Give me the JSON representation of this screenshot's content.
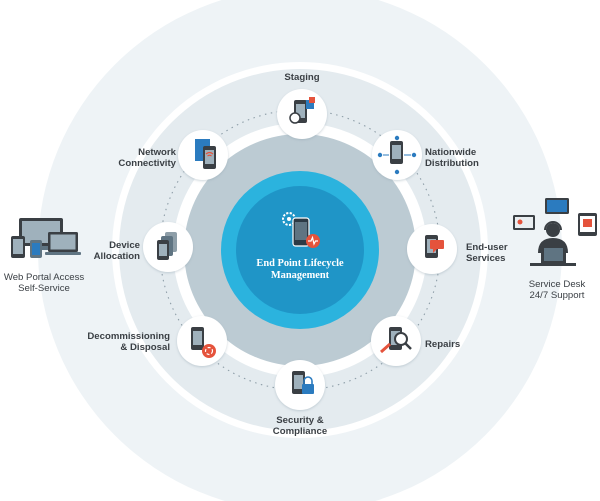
{
  "center": {
    "title_line1": "End Point Lifecycle",
    "title_line2": "Management",
    "color_ring": "#2bb3de",
    "color_core": "#1f95c7"
  },
  "stages": [
    {
      "name": "staging",
      "line1": "Staging",
      "line2": ""
    },
    {
      "name": "nationwide-distribution",
      "line1": "Nationwide",
      "line2": "Distribution"
    },
    {
      "name": "end-user-services",
      "line1": "End-user",
      "line2": "Services"
    },
    {
      "name": "repairs",
      "line1": "Repairs",
      "line2": ""
    },
    {
      "name": "security-compliance",
      "line1": "Security &",
      "line2": "Compliance"
    },
    {
      "name": "decommissioning-disposal",
      "line1": "Decommissioning",
      "line2": "& Disposal"
    },
    {
      "name": "device-allocation",
      "line1": "Device",
      "line2": "Allocation"
    },
    {
      "name": "network-connectivity",
      "line1": "Network",
      "line2": "Connectivity"
    }
  ],
  "left_panel": {
    "title": "Web Portal Access",
    "subtitle": "Self-Service"
  },
  "right_panel": {
    "title": "Service Desk",
    "subtitle": "24/7 Support"
  },
  "colors": {
    "outer_halo": "#eef3f6",
    "middle_band": "#d9e2e8",
    "inner_ring": "#b9c9d2",
    "accent_red": "#e5533c",
    "accent_blue": "#2b7bbf",
    "device_dark": "#3a3f44"
  }
}
